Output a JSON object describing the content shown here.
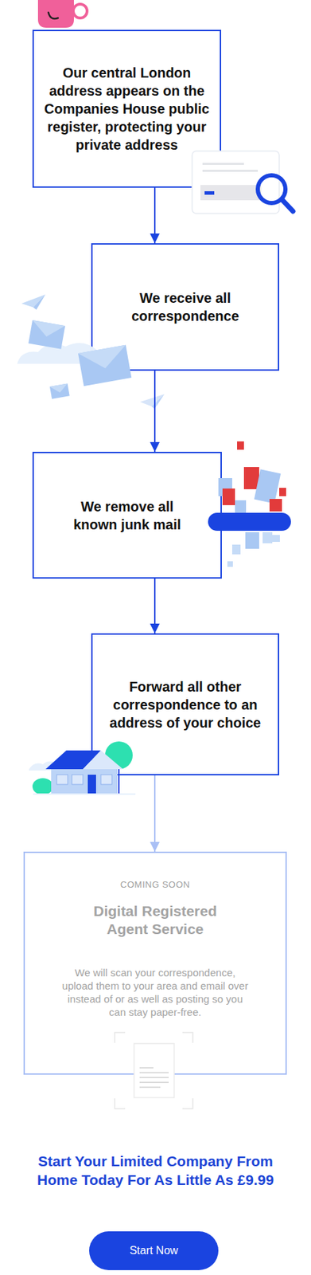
{
  "diagram": {
    "nodes": [
      {
        "text": [
          "Our central London address appears on the Companies House public register, protecting your private address"
        ]
      },
      {
        "text": [
          "We receive all correspondence"
        ]
      },
      {
        "text": [
          "We remove all known junk mail"
        ]
      },
      {
        "text": [
          "Forward all other correspondence to an address of your choice"
        ]
      },
      {
        "text": [
          "COMING SOON",
          "Digital Registered Agent Service",
          "We will scan your correspondence, upload them to your area and email over instead of or as well as posting so you can stay paper-free."
        ]
      },
      {
        "text": [
          "Start Now"
        ]
      }
    ],
    "edges": [
      {
        "from": 0,
        "to": 1,
        "arrow": "to"
      },
      {
        "from": 1,
        "to": 2,
        "arrow": "to"
      },
      {
        "from": 2,
        "to": 3,
        "arrow": "to"
      },
      {
        "from": 3,
        "to": 4,
        "arrow": "to"
      }
    ],
    "labels": [
      "Start Your Limited Company From Home Today For As Little As £9.99"
    ]
  }
}
